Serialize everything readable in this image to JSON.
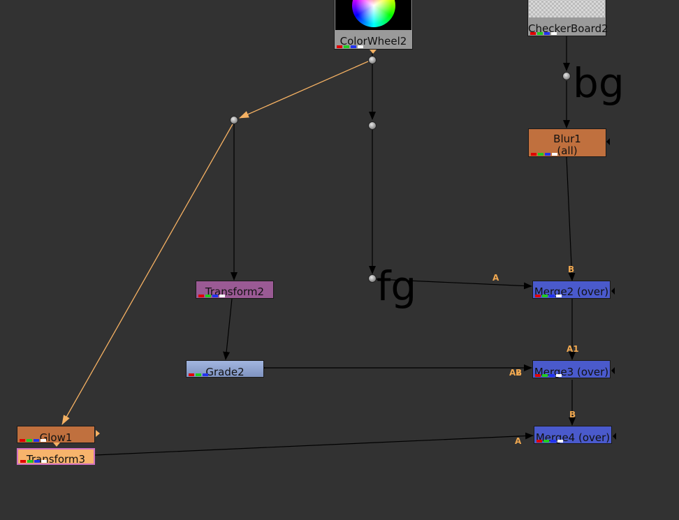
{
  "nodes": {
    "colorwheel": {
      "label": "ColorWheel2"
    },
    "checkerboard": {
      "label": "CheckerBoard2"
    },
    "blur": {
      "label": "Blur1",
      "sublabel": "(all)"
    },
    "transform2": {
      "label": "Transform2"
    },
    "grade": {
      "label": "Grade2"
    },
    "glow": {
      "label": "Glow1"
    },
    "transform3": {
      "label": "Transform3"
    },
    "merge2": {
      "label": "Merge2 (over)"
    },
    "merge3": {
      "label": "Merge3 (over)"
    },
    "merge4": {
      "label": "Merge4 (over)"
    }
  },
  "stickies": {
    "bg": "bg",
    "fg": "fg"
  },
  "input_labels": {
    "merge2_A": "A",
    "merge2_B": "B",
    "merge3_A1": "A1",
    "merge3_A2": "A2",
    "merge3_B": "B",
    "merge4_B": "B",
    "merge4_A": "A"
  },
  "colors": {
    "background": "#323232",
    "orange_node": "#c0703e",
    "purple_node": "#9a5a94",
    "grade_node": "#8ea4d0",
    "merge_node": "#4a5acc",
    "transform3_node": "#f7b46c",
    "edge_black": "#000000",
    "edge_orange": "#f5b163"
  }
}
